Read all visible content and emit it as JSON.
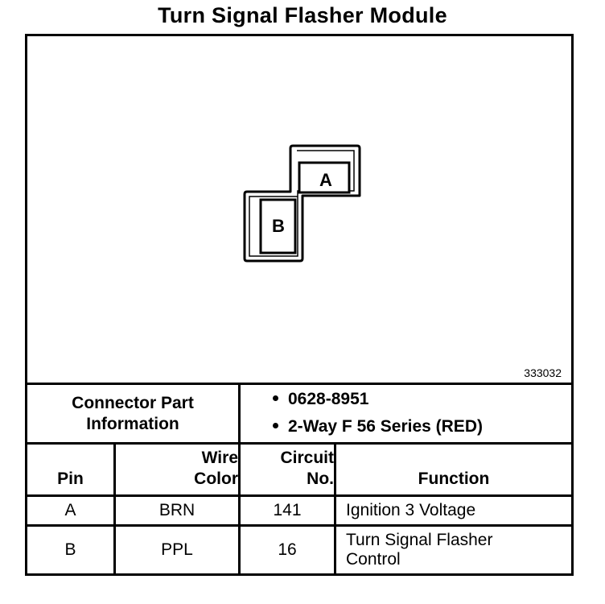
{
  "title": "Turn Signal Flasher Module",
  "figure_id": "333032",
  "connector": {
    "pins": [
      "A",
      "B"
    ]
  },
  "connector_info": {
    "label_line1": "Connector Part",
    "label_line2": "Information",
    "items": [
      "0628-8951",
      "2-Way F 56 Series (RED)"
    ]
  },
  "table": {
    "headers": {
      "pin": "Pin",
      "wire_color_1": "Wire",
      "wire_color_2": "Color",
      "circuit_1": "Circuit",
      "circuit_2": "No.",
      "function": "Function"
    },
    "rows": [
      {
        "pin": "A",
        "wire_color": "BRN",
        "circuit": "141",
        "function_1": "Ignition 3 Voltage",
        "function_2": ""
      },
      {
        "pin": "B",
        "wire_color": "PPL",
        "circuit": "16",
        "function_1": "Turn Signal Flasher",
        "function_2": "Control"
      }
    ]
  }
}
